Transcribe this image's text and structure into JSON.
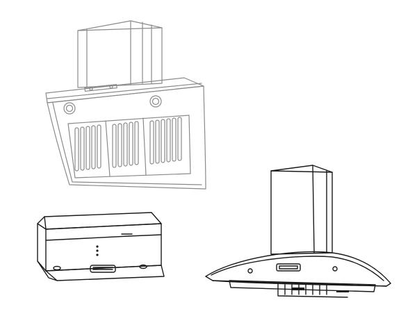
{
  "figure": {
    "panels": [
      {
        "id": "angled-hood",
        "icon": "angled-range-hood-icon",
        "style": "light-gray line art"
      },
      {
        "id": "slim-hood",
        "icon": "slim-range-hood-icon",
        "style": "dark line art"
      },
      {
        "id": "curved-glass-hood",
        "icon": "curved-glass-chimney-hood-icon",
        "style": "dark line art"
      }
    ],
    "colors": {
      "background": "#ffffff",
      "light_line": "#8a8a8a",
      "dark_line": "#1a1a1a"
    }
  }
}
